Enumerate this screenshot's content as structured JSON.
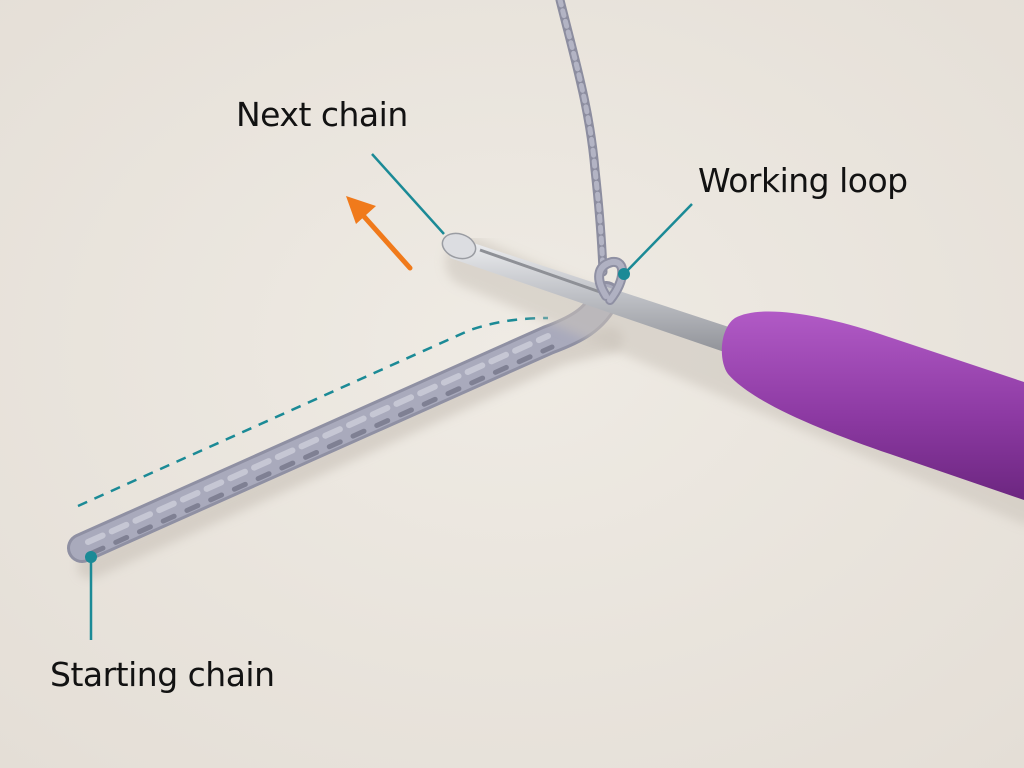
{
  "annotations": {
    "next_chain": "Next chain",
    "working_loop": "Working loop",
    "starting_chain": "Starting chain"
  },
  "colors": {
    "background": "#ebe6df",
    "yarn": "#a7a8b9",
    "yarn_shadow": "#7f8092",
    "hook_metal": "#c9cace",
    "handle": "#8f3aa4",
    "callout_line": "#1b8a96",
    "arrow": "#f07a1b"
  },
  "icons": {
    "direction_arrow": "arrow-up-left-icon"
  }
}
